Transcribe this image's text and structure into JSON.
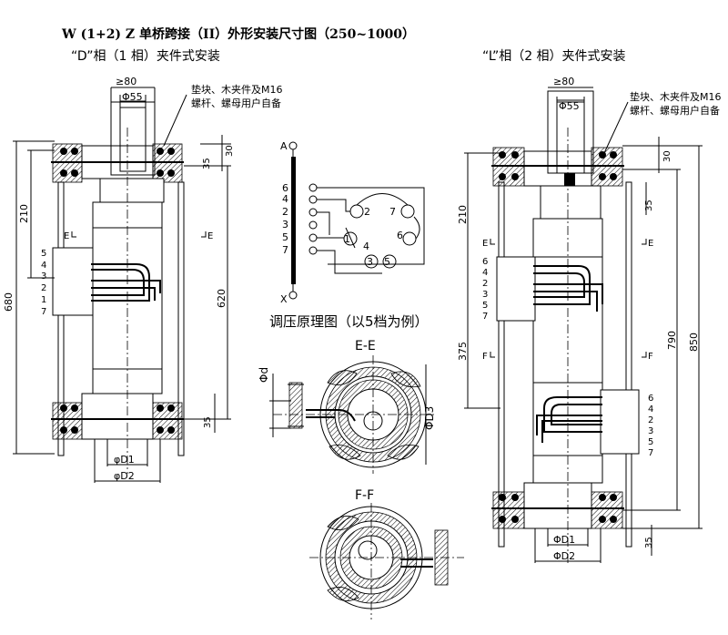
{
  "title": "W (1+2) Z  单桥跨接（II）外形安装尺寸图（250~1000）",
  "left_view": {
    "caption": "“D”相（1 相）夹件式安装",
    "note_line1": "垫块、木夹件及M16",
    "note_line2": "螺杆、螺母用户自备",
    "dim_80": "≥80",
    "dim_phi55": "Φ55",
    "dim_30": "30",
    "dim_35_top": "35",
    "dim_210": "210",
    "dim_680": "680",
    "dim_620": "620",
    "dim_35_bottom": "35",
    "dim_phiD1": "φD1",
    "dim_phiD2": "φD2",
    "section_mark_left": "E",
    "section_mark_right": "E",
    "terminals": [
      "5",
      "4",
      "3",
      "2",
      "1",
      "7"
    ]
  },
  "right_view": {
    "caption": "“L”相（2 相）夹件式安装",
    "note_line1": "垫块、木夹件及M16",
    "note_line2": "螺杆、螺母用户自备",
    "dim_80": "≥80",
    "dim_phi55": "Φ55",
    "dim_30": "30",
    "dim_35_top": "35",
    "dim_210": "210",
    "dim_375": "375",
    "dim_790": "790",
    "dim_850": "850",
    "dim_35_bottom": "35",
    "dim_phiD1": "ΦD1",
    "dim_phiD2": "ΦD2",
    "section_E_left": "E",
    "section_E_right": "E",
    "section_F_left": "F",
    "section_F_right": "F",
    "terminals_top": [
      "6",
      "4",
      "2",
      "3",
      "5",
      "7"
    ],
    "terminals_bottom": [
      "6",
      "4",
      "2",
      "3",
      "5",
      "7"
    ]
  },
  "schematic": {
    "label_A": "A",
    "label_X": "X",
    "taps": [
      "6",
      "4",
      "2",
      "3",
      "5",
      "7"
    ],
    "contacts": [
      "2",
      "7",
      "1",
      "4",
      "6",
      "3",
      "5"
    ],
    "caption": "调压原理图（以5档为例）"
  },
  "section_EE": {
    "title": "E-E",
    "dim_phid": "Φd",
    "dim_phiD3": "ΦD3"
  },
  "section_FF": {
    "title": "F-F"
  }
}
